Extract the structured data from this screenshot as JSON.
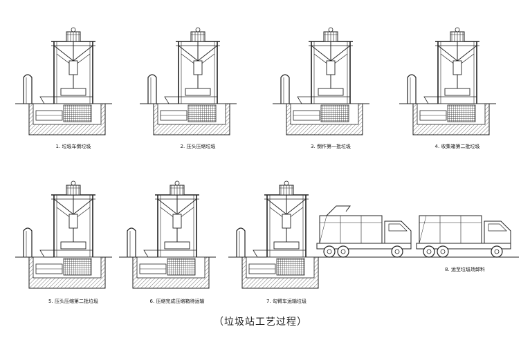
{
  "steps": [
    {
      "label": "1. 垃圾车倒垃圾"
    },
    {
      "label": "2. 压头压缩垃圾"
    },
    {
      "label": "3. 倒作第一批垃圾"
    },
    {
      "label": "4. 收集箱第二批垃圾"
    },
    {
      "label": "5. 压头压缩第二批垃圾"
    },
    {
      "label": "6. 压缩完成压缩箱待运输"
    },
    {
      "label": "7. 勾臂车运输垃圾"
    },
    {
      "label": "8. 运至垃圾场卸料"
    }
  ],
  "caption": "（垃圾站工艺过程）"
}
